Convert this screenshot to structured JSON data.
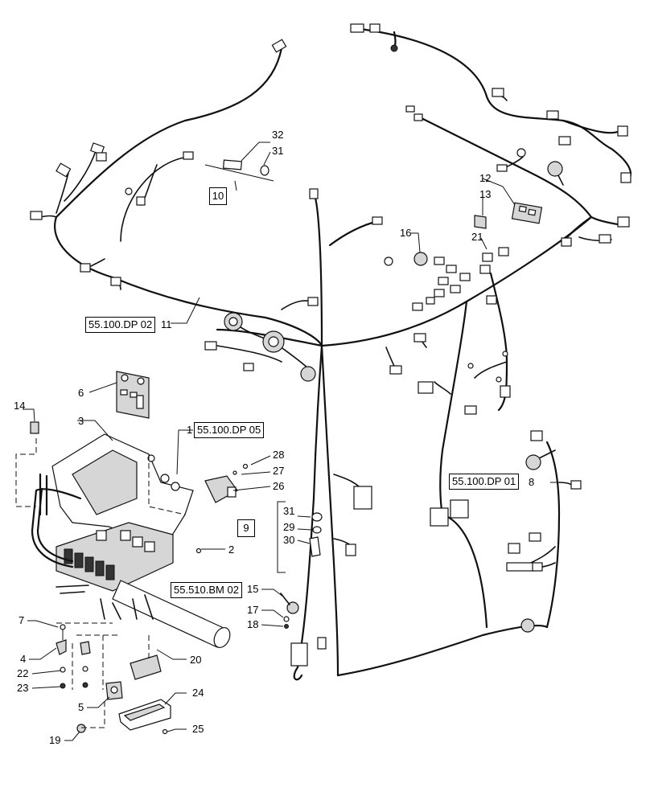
{
  "callouts": {
    "c1": "1",
    "c2": "2",
    "c3": "3",
    "c4": "4",
    "c5": "5",
    "c6": "6",
    "c7": "7",
    "c8": "8",
    "c9": "9",
    "c10": "10",
    "c11": "11",
    "c12": "12",
    "c13": "13",
    "c14": "14",
    "c15": "15",
    "c16": "16",
    "c17": "17",
    "c18": "18",
    "c19": "19",
    "c20": "20",
    "c21": "21",
    "c22": "22",
    "c23": "23",
    "c24": "24",
    "c25": "25",
    "c26": "26",
    "c27": "27",
    "c28": "28",
    "c29": "29",
    "c30": "30",
    "c31a": "31",
    "c31b": "31",
    "c32": "32"
  },
  "references": {
    "harness_roof": "55.100.DP 02",
    "harness_console": "55.100.DP 05",
    "harness_rear": "55.100.DP 01",
    "beacon": "55.510.BM 02"
  }
}
